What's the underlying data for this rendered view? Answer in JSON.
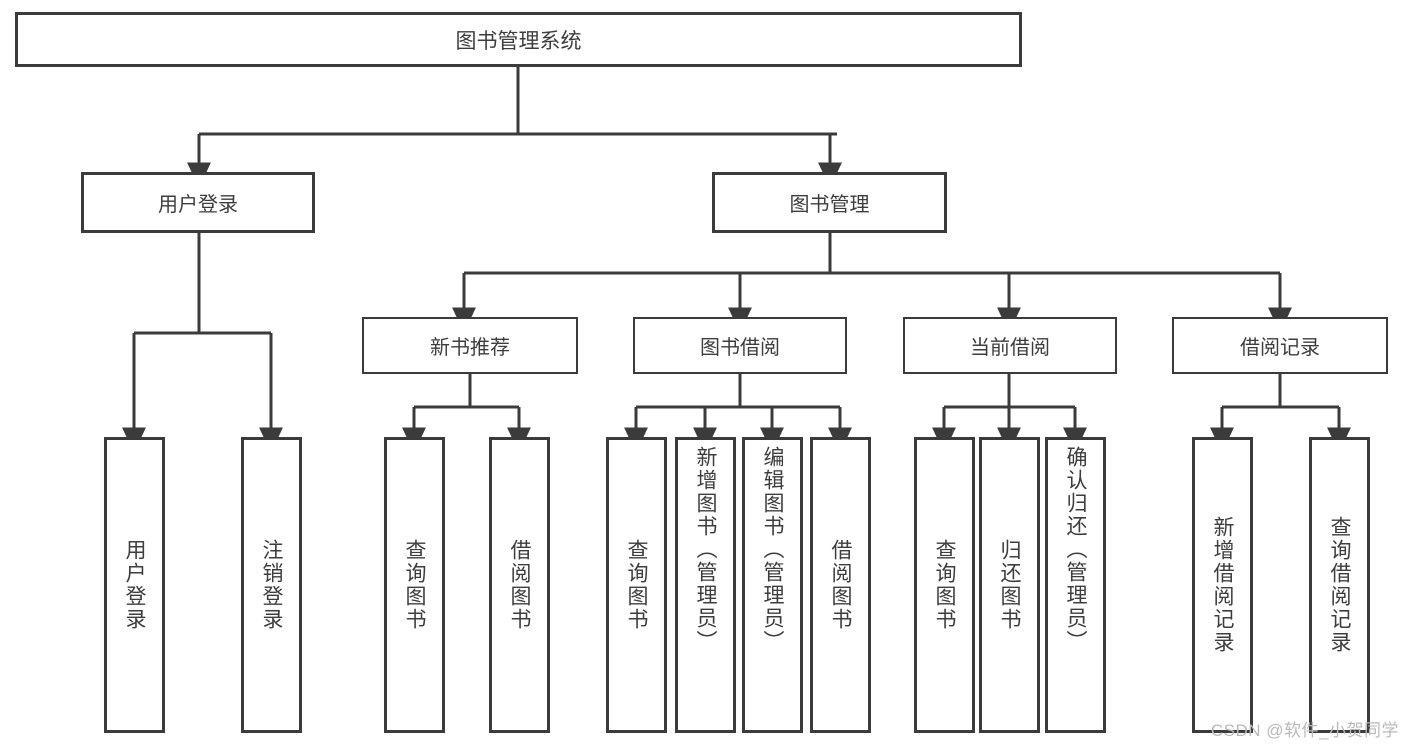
{
  "diagram": {
    "title": "图书管理系统",
    "type": "tree-hierarchy-chart",
    "root": {
      "label": "图书管理系统"
    },
    "level2": [
      {
        "label": "用户登录"
      },
      {
        "label": "图书管理"
      }
    ],
    "level3": [
      {
        "label": "新书推荐"
      },
      {
        "label": "图书借阅"
      },
      {
        "label": "当前借阅"
      },
      {
        "label": "借阅记录"
      }
    ],
    "leaves": {
      "user_login": [
        {
          "label": "用户登录"
        },
        {
          "label": "注销登录"
        }
      ],
      "new_book_recommend": [
        {
          "label": "查询图书"
        },
        {
          "label": "借阅图书"
        }
      ],
      "book_borrow": [
        {
          "label": "查询图书"
        },
        {
          "label": "新增图书（管理员）"
        },
        {
          "label": "编辑图书（管理员）"
        },
        {
          "label": "借阅图书"
        }
      ],
      "current_borrow": [
        {
          "label": "查询图书"
        },
        {
          "label": "归还图书"
        },
        {
          "label": "确认归还（管理员）"
        }
      ],
      "borrow_record": [
        {
          "label": "新增借阅记录"
        },
        {
          "label": "查询借阅记录"
        }
      ]
    }
  },
  "watermark": {
    "text": "CSDN @软件_小贺同学"
  },
  "colors": {
    "stroke": "#3b3b3b",
    "text": "#3d3d3d",
    "background": "#ffffff",
    "watermark": "#b9b9b9"
  }
}
